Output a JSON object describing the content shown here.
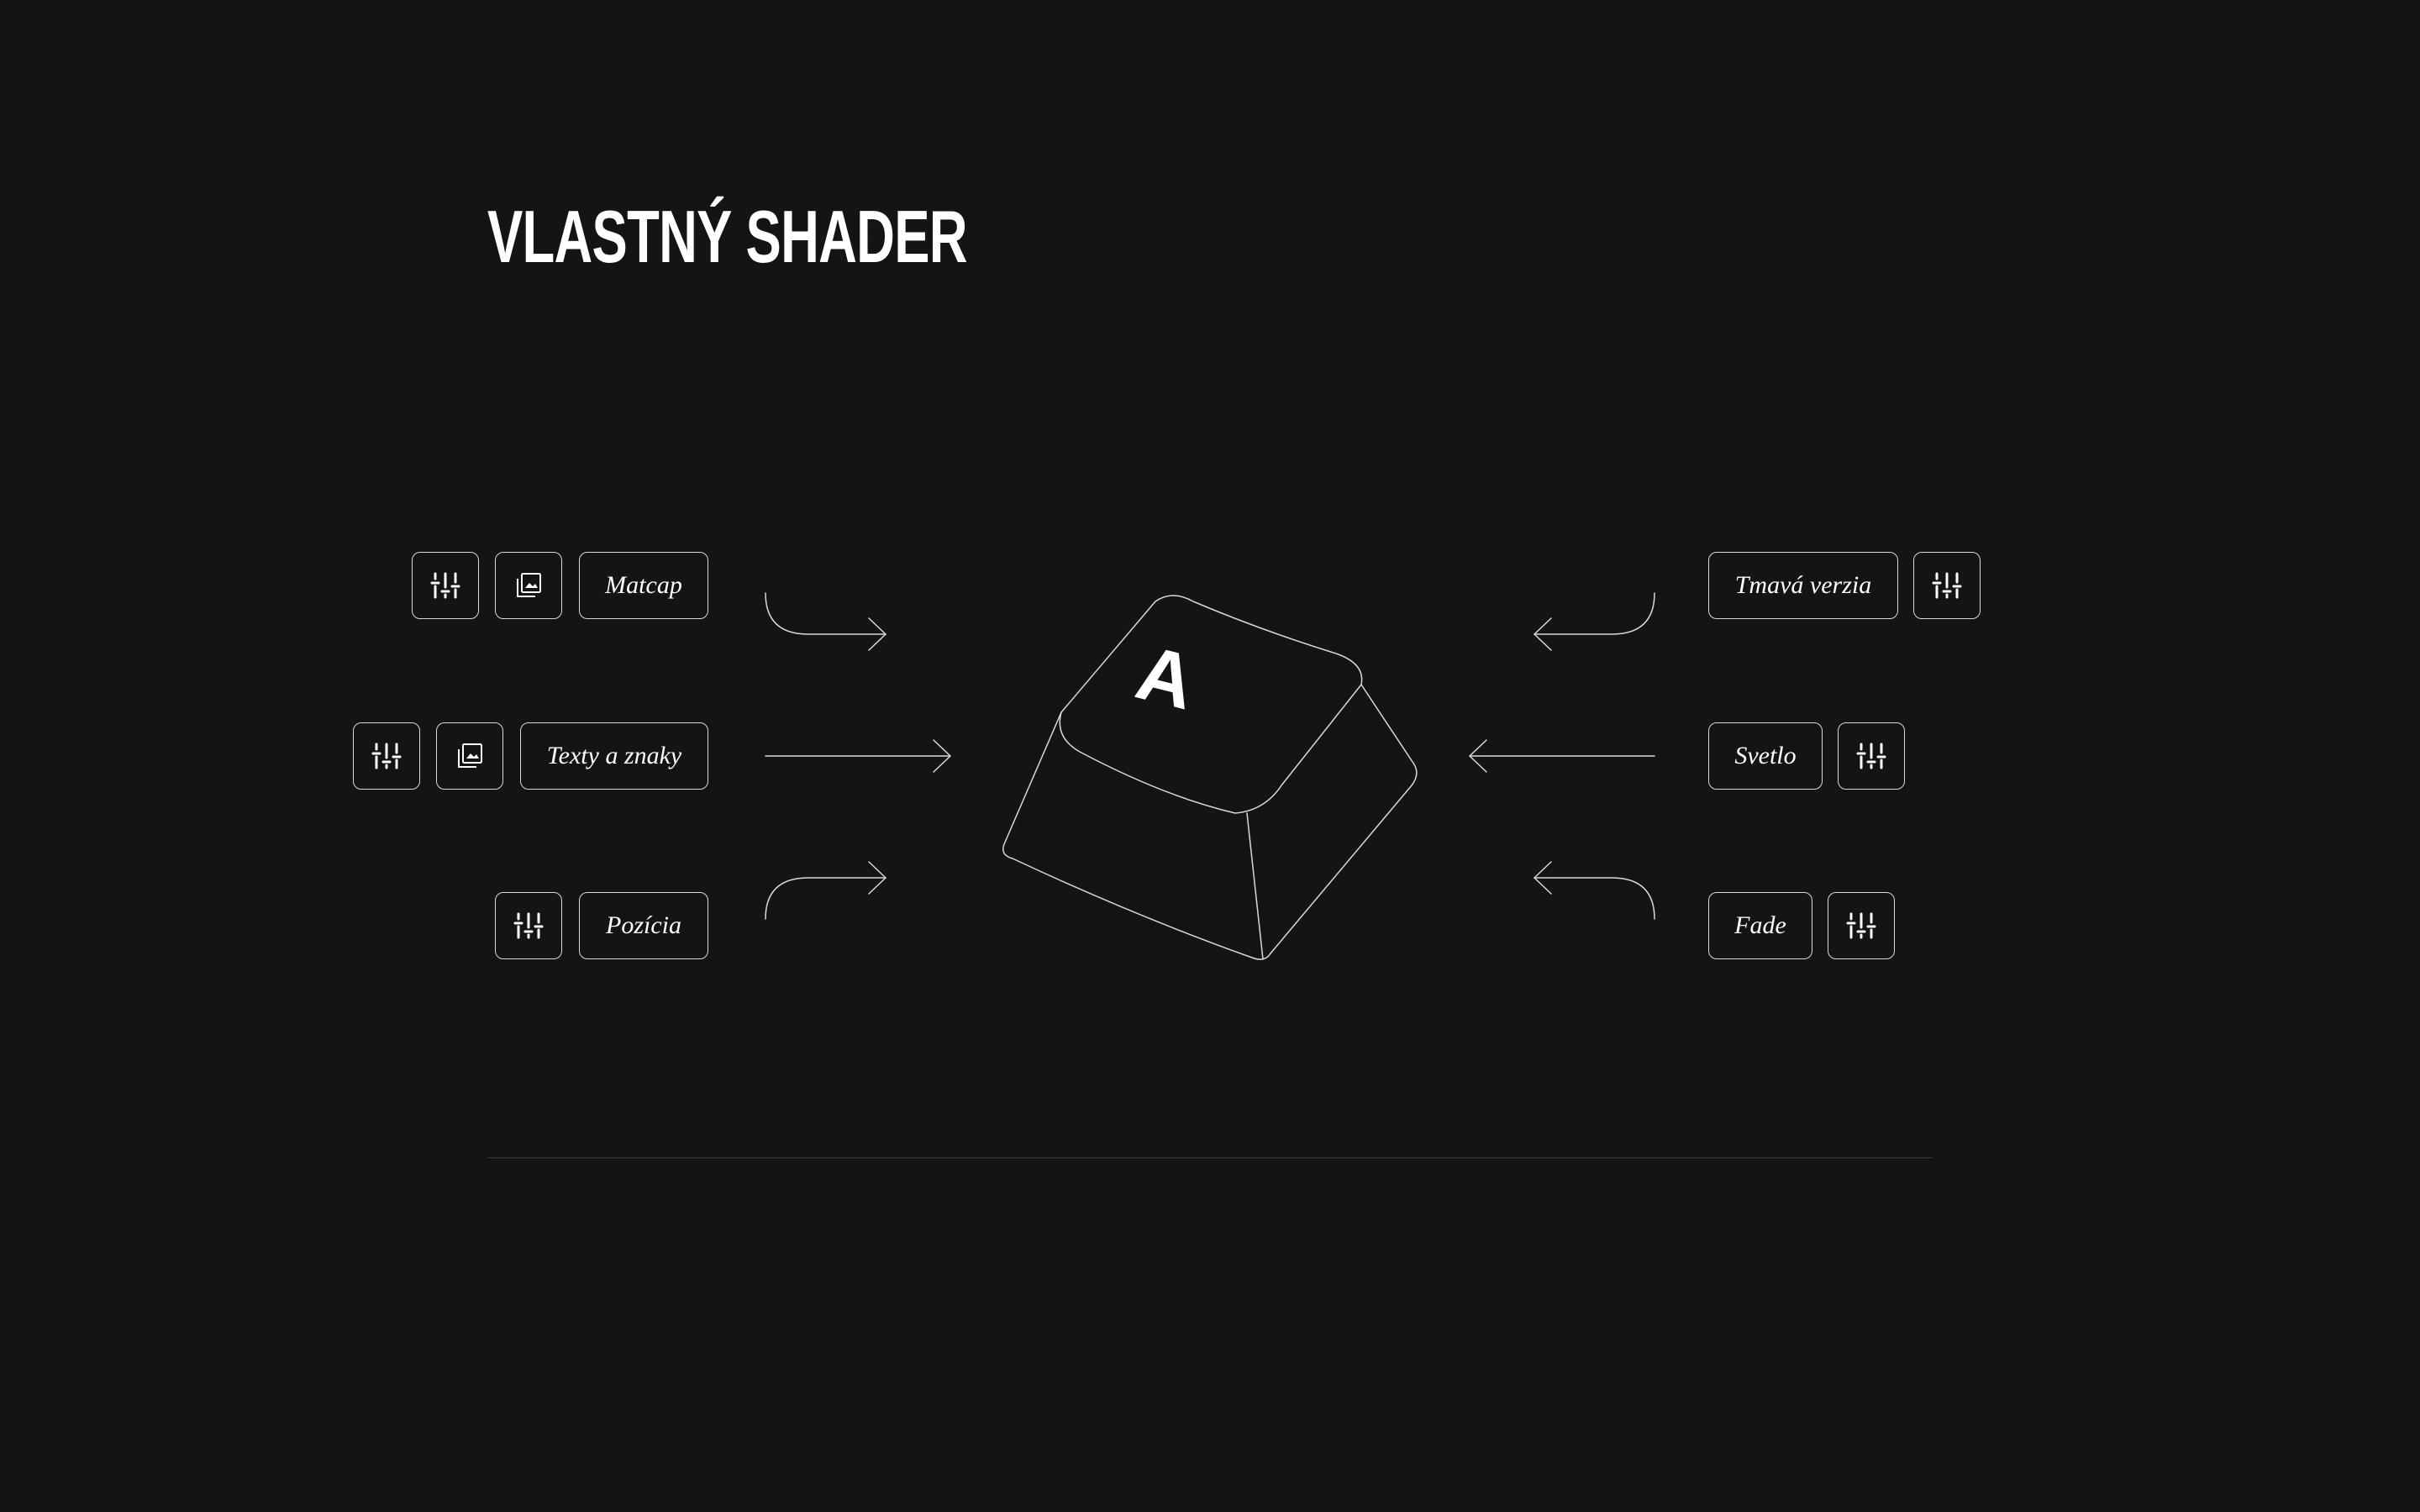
{
  "page": {
    "title": "VLASTNÝ SHADER",
    "background_color": "#141414",
    "line_color": "#d9d9d9",
    "divider_color": "#3a3a3a"
  },
  "keycap": {
    "legend": "A"
  },
  "left_inputs": [
    {
      "label": "Matcap",
      "icons": [
        "sliders-icon",
        "image-icon"
      ]
    },
    {
      "label": "Texty a znaky",
      "icons": [
        "sliders-icon",
        "image-icon"
      ]
    },
    {
      "label": "Pozícia",
      "icons": [
        "sliders-icon"
      ]
    }
  ],
  "right_inputs": [
    {
      "label": "Tmavá verzia",
      "icons": [
        "sliders-icon"
      ]
    },
    {
      "label": "Svetlo",
      "icons": [
        "sliders-icon"
      ]
    },
    {
      "label": "Fade",
      "icons": [
        "sliders-icon"
      ]
    }
  ]
}
